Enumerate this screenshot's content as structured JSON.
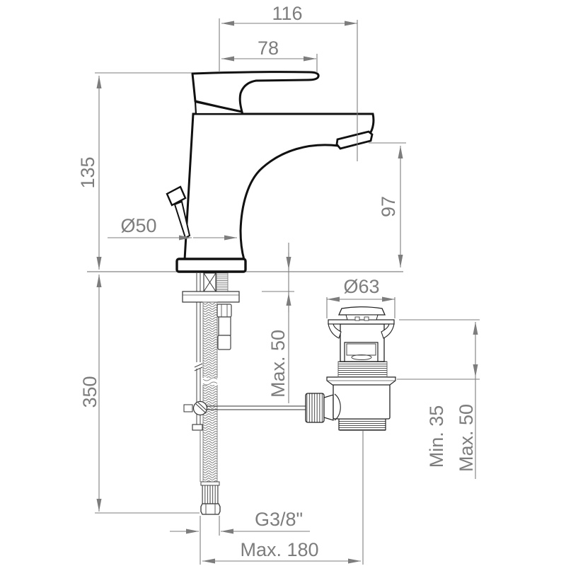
{
  "drawing": {
    "colors": {
      "background": "#ffffff",
      "outline": "#111111",
      "detail": "#444444",
      "dimension": "#7d7d7d"
    },
    "dimensions": {
      "total_reach": "116",
      "spout_reach": "78",
      "body_height": "135",
      "base_diameter": "Ø50",
      "spout_height": "97",
      "hose_length": "350",
      "deck_thickness_max": "Max. 50",
      "waste_flange_diameter": "Ø63",
      "waste_deck_min": "Min. 35",
      "waste_deck_max": "Max. 50",
      "supply_thread": "G3/8\"",
      "horizontal_offset_max": "Max. 180"
    }
  }
}
